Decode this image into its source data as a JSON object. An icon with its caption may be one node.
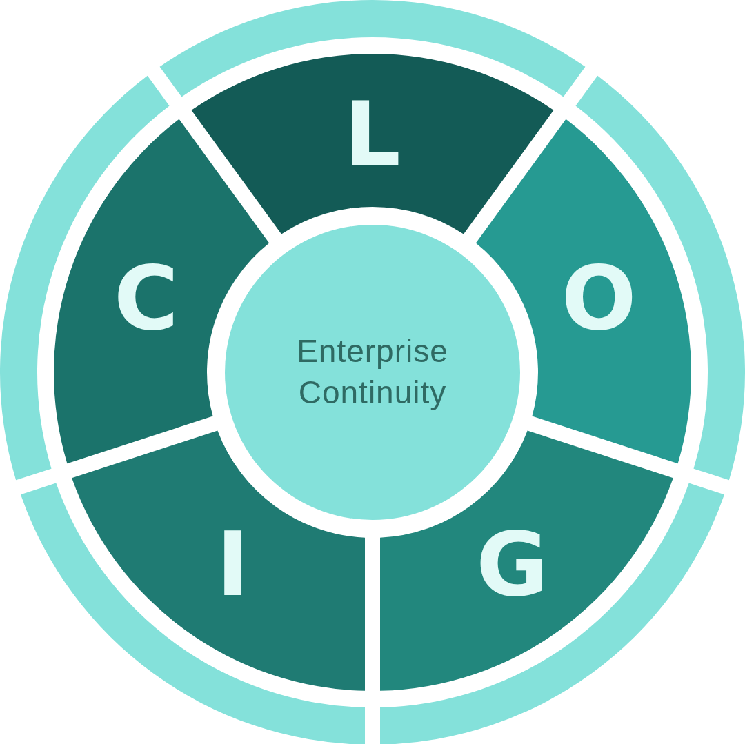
{
  "diagram": {
    "nodes": [
      {
        "text": [
          "Enterprise Continuity"
        ]
      },
      {
        "text": [
          "L"
        ]
      },
      {
        "text": [
          "O"
        ]
      },
      {
        "text": [
          "G"
        ]
      },
      {
        "text": [
          "I"
        ]
      },
      {
        "text": [
          "C"
        ]
      },
      {
        "text": [],
        "shape": "arc"
      },
      {
        "text": [],
        "shape": "arc"
      },
      {
        "text": [],
        "shape": "arc"
      },
      {
        "text": [],
        "shape": "arc"
      },
      {
        "text": [],
        "shape": "arc"
      }
    ]
  }
}
